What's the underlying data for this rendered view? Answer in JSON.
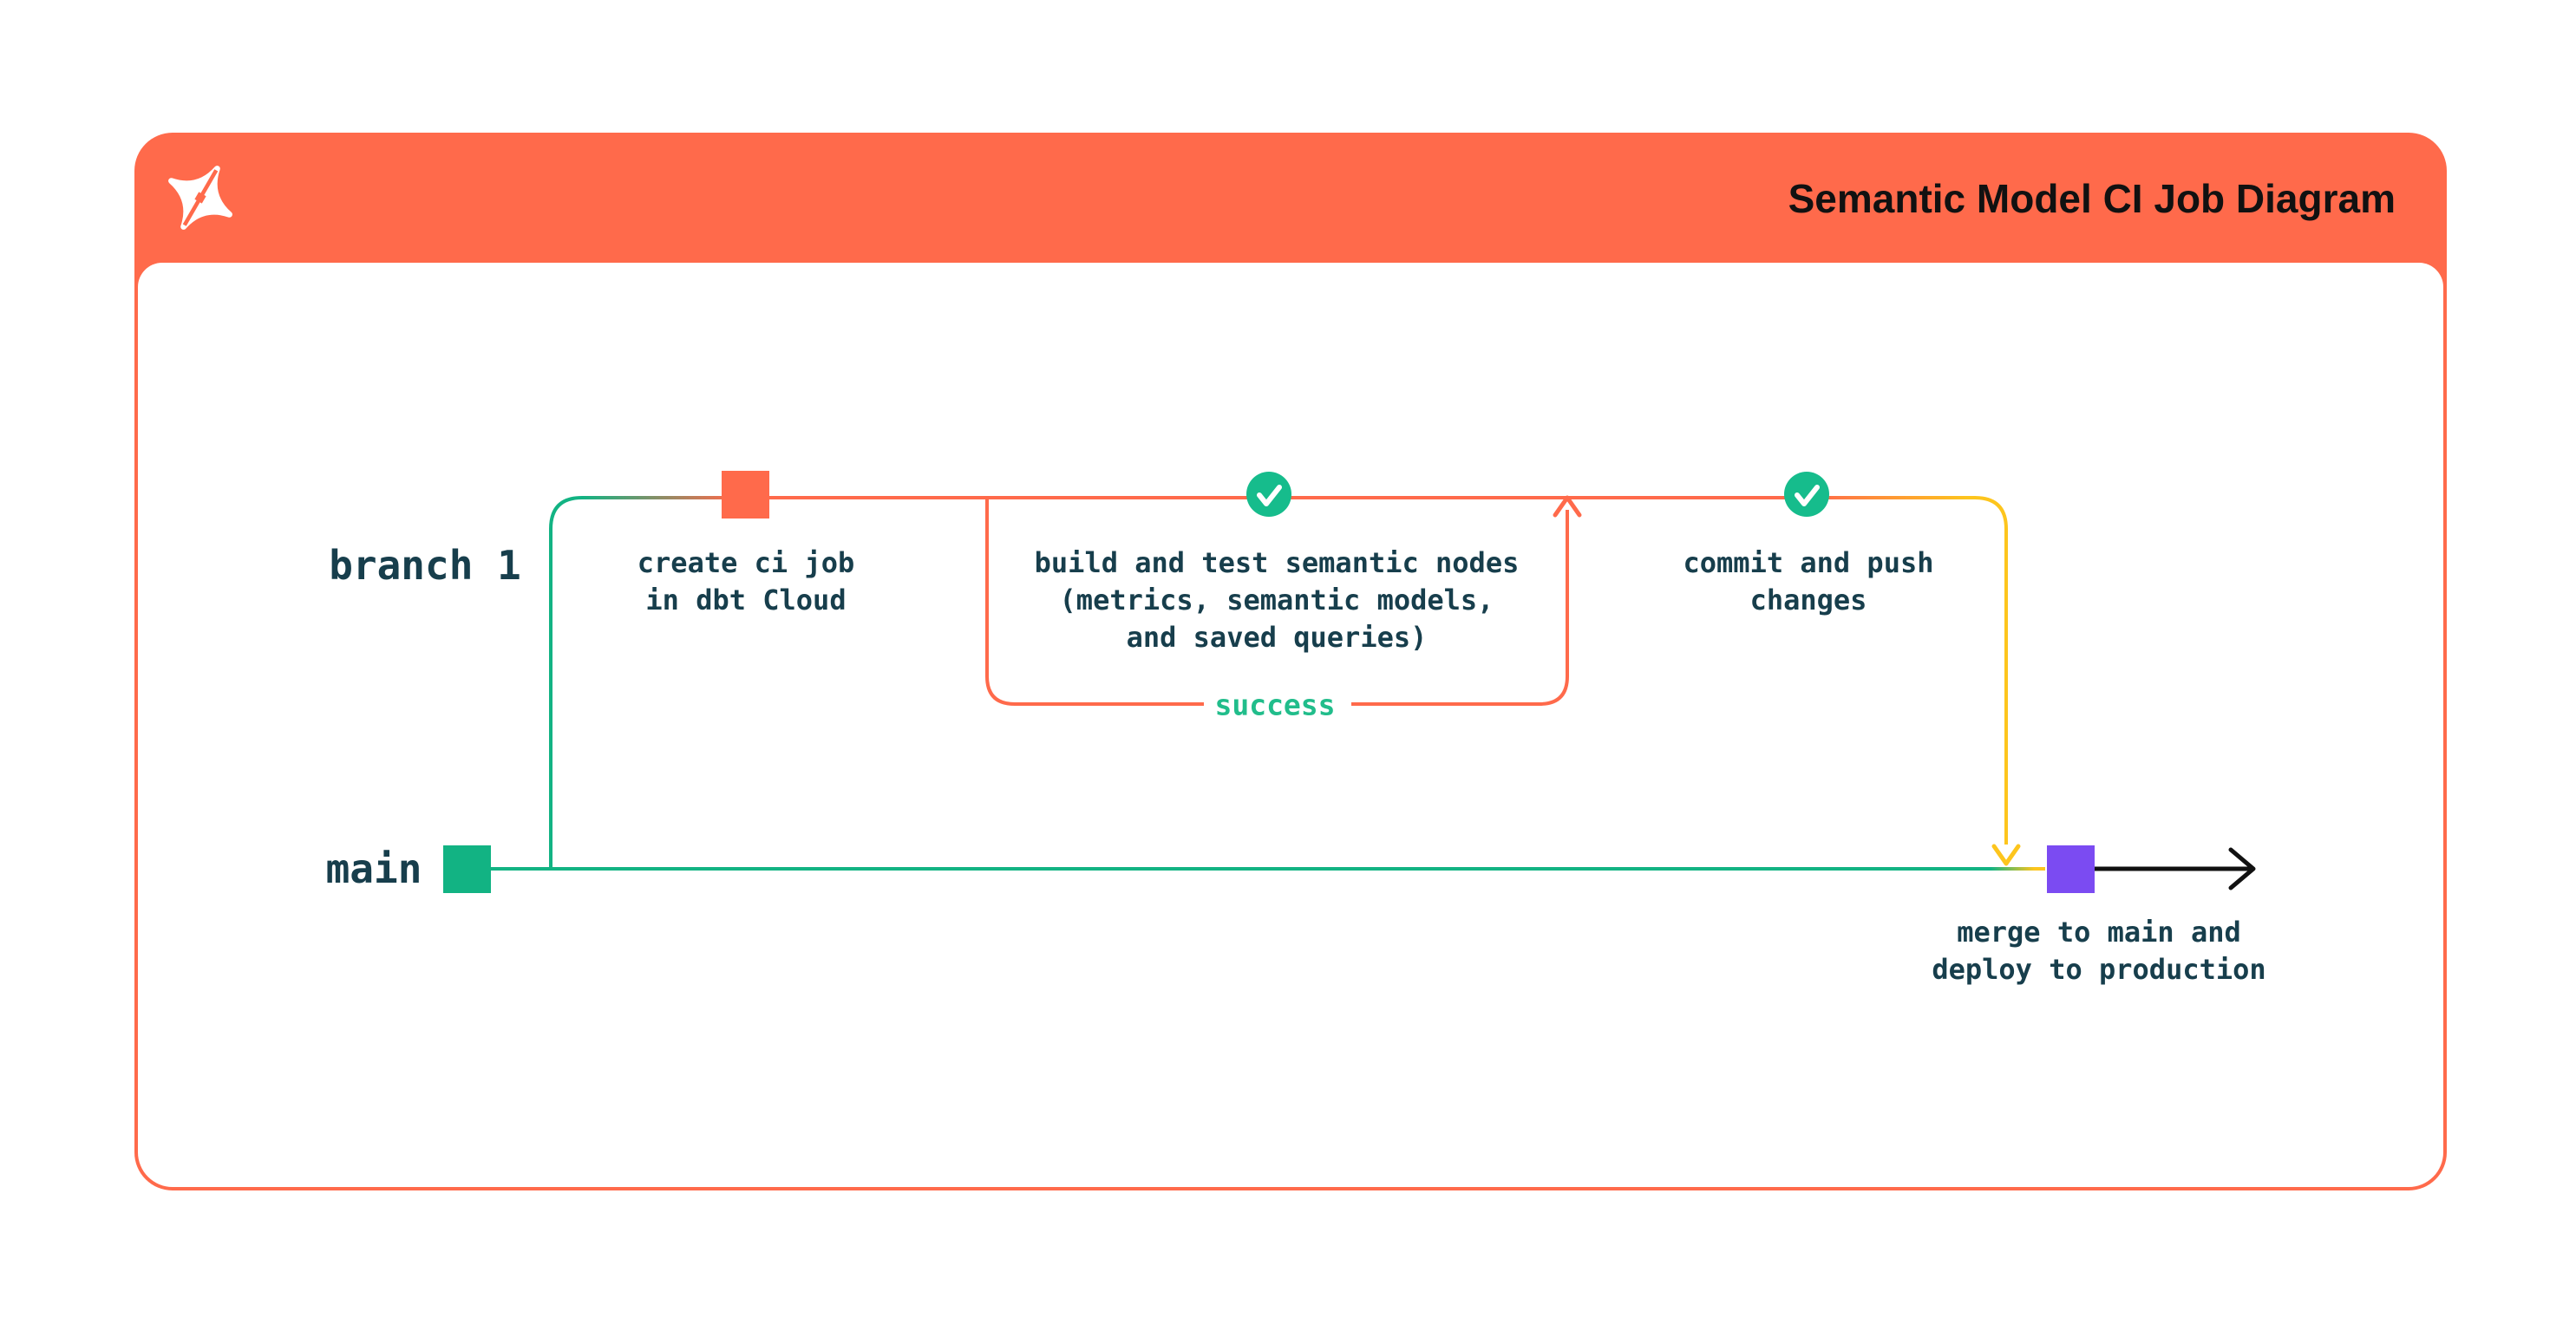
{
  "header": {
    "title": "Semantic Model CI Job Diagram",
    "logo": "dbt-logo"
  },
  "diagram": {
    "branches": {
      "branch_label": "branch 1",
      "main_label": "main"
    },
    "nodes": {
      "create_ci": "create ci job\nin dbt Cloud",
      "build_test": "build and test semantic nodes\n(metrics, semantic models,\nand saved queries)",
      "commit_push": "commit and push\nchanges",
      "merge_deploy": "merge to main and\ndeploy to production",
      "success_label": "success"
    },
    "colors": {
      "orange": "#FF6A4B",
      "green": "#12B383",
      "check_green": "#16BC8C",
      "success_green": "#21BD8B",
      "yellow": "#FDC51D",
      "purple": "#7B4BF2",
      "ink": "#173E4C",
      "title": "#111111",
      "arrow_black": "#111111",
      "card_bg": "#FFFFFF"
    }
  }
}
